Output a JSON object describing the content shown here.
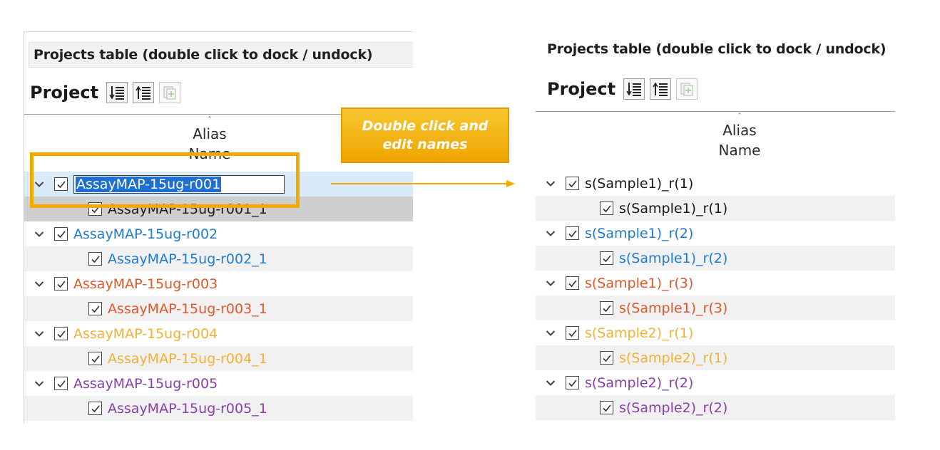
{
  "panel_title": "Projects table (double click to dock / undock)",
  "toolbar_label": "Project",
  "header_line1": "Alias",
  "header_line2": "Name",
  "sort_caret": "^",
  "callout": {
    "line1": "Double click and",
    "line2": "edit names"
  },
  "colors": {
    "black": "#1a1a1a",
    "blue": "#1f7ad3",
    "red": "#e2572a",
    "orange": "#f2b134",
    "purple": "#8a3fa8",
    "accent": "#f2a900",
    "selection": "#1e6fcf"
  },
  "left_rows": [
    {
      "type": "parent",
      "label": "AssayMAP-15ug-r001",
      "color": "#1a1a1a",
      "editing": true
    },
    {
      "type": "child",
      "label": "AssayMAP-15ug-r001_1",
      "color": "#1a1a1a"
    },
    {
      "type": "parent",
      "label": "AssayMAP-15ug-r002",
      "color": "#1f7ad3"
    },
    {
      "type": "child",
      "label": "AssayMAP-15ug-r002_1",
      "color": "#1f7ad3"
    },
    {
      "type": "parent",
      "label": "AssayMAP-15ug-r003",
      "color": "#e2572a"
    },
    {
      "type": "child",
      "label": "AssayMAP-15ug-r003_1",
      "color": "#e2572a"
    },
    {
      "type": "parent",
      "label": "AssayMAP-15ug-r004",
      "color": "#f2b134"
    },
    {
      "type": "child",
      "label": "AssayMAP-15ug-r004_1",
      "color": "#f2b134"
    },
    {
      "type": "parent",
      "label": "AssayMAP-15ug-r005",
      "color": "#8a3fa8"
    },
    {
      "type": "child",
      "label": "AssayMAP-15ug-r005_1",
      "color": "#8a3fa8"
    }
  ],
  "right_rows": [
    {
      "type": "parent",
      "label": "s(Sample1)_r(1)",
      "color": "#1a1a1a"
    },
    {
      "type": "child",
      "label": "s(Sample1)_r(1)",
      "color": "#1a1a1a"
    },
    {
      "type": "parent",
      "label": "s(Sample1)_r(2)",
      "color": "#1f7ad3"
    },
    {
      "type": "child",
      "label": "s(Sample1)_r(2)",
      "color": "#1f7ad3"
    },
    {
      "type": "parent",
      "label": "s(Sample1)_r(3)",
      "color": "#e2572a"
    },
    {
      "type": "child",
      "label": "s(Sample1)_r(3)",
      "color": "#e2572a"
    },
    {
      "type": "parent",
      "label": "s(Sample2)_r(1)",
      "color": "#f2b134"
    },
    {
      "type": "child",
      "label": "s(Sample2)_r(1)",
      "color": "#f2b134"
    },
    {
      "type": "parent",
      "label": "s(Sample2)_r(2)",
      "color": "#8a3fa8"
    },
    {
      "type": "child",
      "label": "s(Sample2)_r(2)",
      "color": "#8a3fa8"
    }
  ]
}
